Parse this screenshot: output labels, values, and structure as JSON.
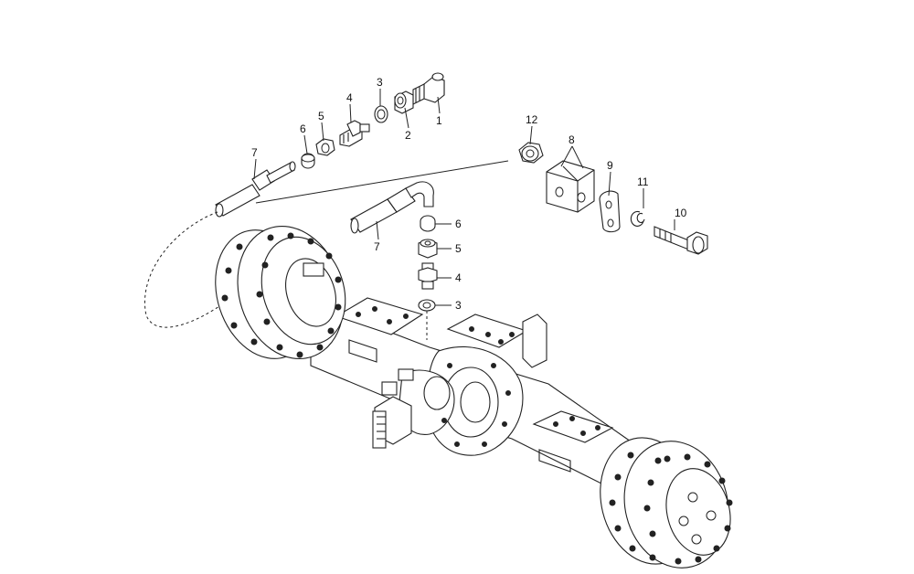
{
  "diagram": {
    "callouts": [
      {
        "id": "c1",
        "text": "1"
      },
      {
        "id": "c2",
        "text": "2"
      },
      {
        "id": "c3a",
        "text": "3"
      },
      {
        "id": "c4a",
        "text": "4"
      },
      {
        "id": "c5a",
        "text": "5"
      },
      {
        "id": "c6a",
        "text": "6"
      },
      {
        "id": "c7a",
        "text": "7"
      },
      {
        "id": "c12",
        "text": "12"
      },
      {
        "id": "c8",
        "text": "8"
      },
      {
        "id": "c9",
        "text": "9"
      },
      {
        "id": "c11",
        "text": "11"
      },
      {
        "id": "c10",
        "text": "10"
      },
      {
        "id": "c7b",
        "text": "7"
      },
      {
        "id": "c6b",
        "text": "6"
      },
      {
        "id": "c5b",
        "text": "5"
      },
      {
        "id": "c4b",
        "text": "4"
      },
      {
        "id": "c3b",
        "text": "3"
      }
    ]
  }
}
